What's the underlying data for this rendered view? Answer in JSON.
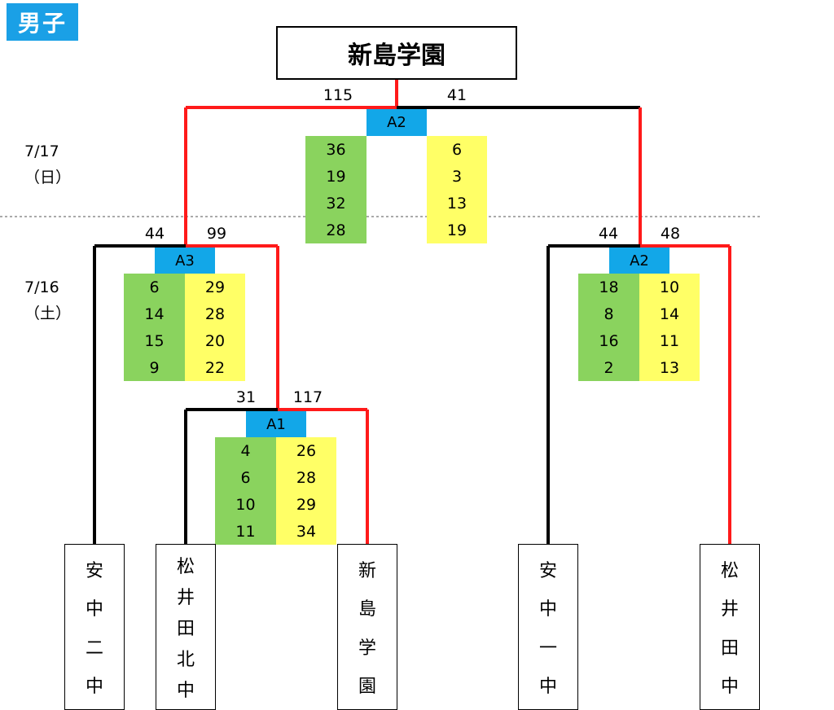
{
  "header": {
    "category": "男子"
  },
  "final": {
    "champion": "新島学園",
    "left_total": "115",
    "right_total": "41",
    "court": "A2",
    "left_quarters": [
      "36",
      "19",
      "32",
      "28"
    ],
    "right_quarters": [
      "6",
      "3",
      "13",
      "19"
    ],
    "date": "7/17",
    "day": "（日）"
  },
  "semi_left": {
    "left_total": "44",
    "right_total": "99",
    "court": "A3",
    "left_quarters": [
      "6",
      "14",
      "15",
      "9"
    ],
    "right_quarters": [
      "29",
      "28",
      "20",
      "22"
    ],
    "date": "7/16",
    "day": "（土）"
  },
  "semi_right": {
    "left_total": "44",
    "right_total": "48",
    "court": "A2",
    "left_quarters": [
      "18",
      "8",
      "16",
      "2"
    ],
    "right_quarters": [
      "10",
      "14",
      "11",
      "13"
    ]
  },
  "first_round": {
    "left_total": "31",
    "right_total": "117",
    "court": "A1",
    "left_quarters": [
      "4",
      "6",
      "10",
      "11"
    ],
    "right_quarters": [
      "26",
      "28",
      "29",
      "34"
    ]
  },
  "teams": [
    {
      "chars": [
        "安",
        "中",
        "二",
        "中"
      ]
    },
    {
      "chars": [
        "松",
        "井",
        "田",
        "北",
        "中"
      ]
    },
    {
      "chars": [
        "新",
        "島",
        "学",
        "園"
      ]
    },
    {
      "chars": [
        "安",
        "中",
        "一",
        "中"
      ]
    },
    {
      "chars": [
        "松",
        "井",
        "田",
        "中"
      ]
    }
  ],
  "colors": {
    "winner_line": "#ff1a1a",
    "loser_line": "#000000",
    "court": "#12a7e8",
    "left_score_bg": "#8ad35e",
    "right_score_bg": "#ffff66"
  }
}
